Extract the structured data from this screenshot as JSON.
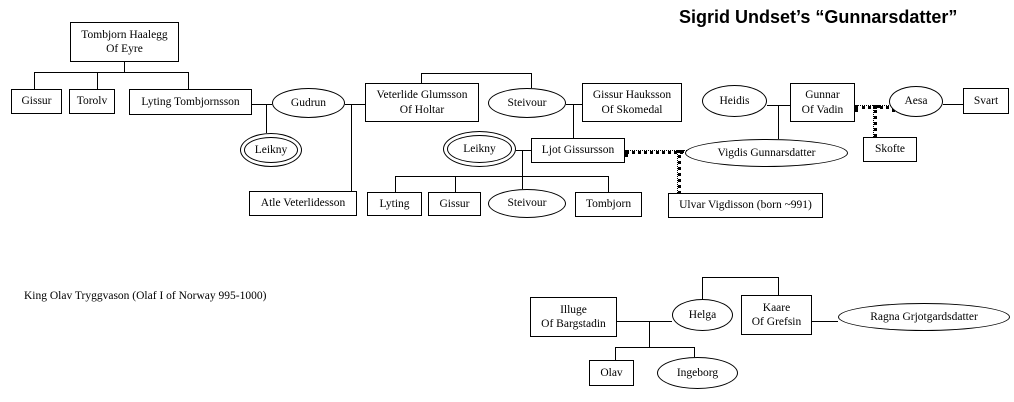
{
  "header": {
    "title": "Sigrid Undset’s “Gunnarsdatter”"
  },
  "annotation": {
    "king_note": "King Olav Tryggvason (Olaf I of Norway 995-1000)"
  },
  "colors": {
    "line": "#000000",
    "background": "#ffffff",
    "text": "#000000"
  },
  "diagram_type": "family-tree",
  "nodes": {
    "tombjorn_haalegg": {
      "line1": "Tombjorn Haalegg",
      "line2": "Of Eyre"
    },
    "gissur_sr": {
      "label": "Gissur"
    },
    "torolv": {
      "label": "Torolv"
    },
    "lyting_tombjornsson": {
      "label": "Lyting Tombjornsson"
    },
    "gudrun": {
      "label": "Gudrun"
    },
    "leikny_sr": {
      "label": "Leikny"
    },
    "atle": {
      "label": "Atle Veterlidesson"
    },
    "veterlide": {
      "line1": "Veterlide Glumsson",
      "line2": "Of Holtar"
    },
    "steivour_sr": {
      "label": "Steivour"
    },
    "gissur_hauksson": {
      "line1": "Gissur Hauksson",
      "line2": "Of Skomedal"
    },
    "leikny_jr": {
      "label": "Leikny"
    },
    "ljot": {
      "label": "Ljot Gissursson"
    },
    "lyting_jr": {
      "label": "Lyting"
    },
    "gissur_jr": {
      "label": "Gissur"
    },
    "steivour_jr": {
      "label": "Steivour"
    },
    "tombjorn_jr": {
      "label": "Tombjorn"
    },
    "heidis": {
      "label": "Heidis"
    },
    "gunnar": {
      "line1": "Gunnar",
      "line2": "Of Vadin"
    },
    "aesa": {
      "label": "Aesa"
    },
    "svart": {
      "label": "Svart"
    },
    "vigdis": {
      "label": "Vigdis Gunnarsdatter"
    },
    "skofte": {
      "label": "Skofte"
    },
    "ulvar": {
      "label": "Ulvar Vigdisson (born ~991)"
    },
    "illuge": {
      "line1": "Illuge",
      "line2": "Of Bargstadin"
    },
    "helga": {
      "label": "Helga"
    },
    "kaare": {
      "line1": "Kaare",
      "line2": "Of Grefsin"
    },
    "ragna": {
      "label": "Ragna Grjotgardsdatter"
    },
    "olav": {
      "label": "Olav"
    },
    "ingeborg": {
      "label": "Ingeborg"
    }
  }
}
